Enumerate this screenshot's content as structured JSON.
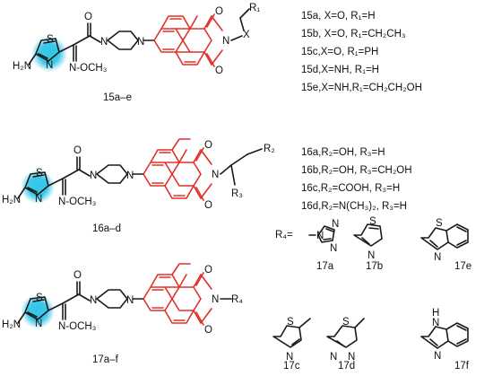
{
  "labels": {
    "atoms": {
      "H2N": "H₂N",
      "N": "N",
      "S": "S",
      "O": "O",
      "X": "X",
      "R1": "R₁",
      "R2": "R₂",
      "R3": "R₃",
      "R4": "R₄",
      "OCH3": "N-OCH₃",
      "NH": "H\nN"
    },
    "series15": {
      "compound": "15a–e",
      "items": [
        "15a, X=O, R₁=H",
        "15b, X=O, R₁=CH₂CH₃",
        "15c,X=O, R₁=PH",
        "15d,X=NH, R₁=H",
        "15e,X=NH,R₁=CH₂CH₂OH"
      ]
    },
    "series16": {
      "compound": "16a–d",
      "items": [
        "16a,R₂=OH, R₃=H",
        "16b,R₂=OH, R₃=CH₂OH",
        "16c,R₂=COOH, R₃=H",
        "16d,R₂=N(CH₃)₂, R₃=H"
      ]
    },
    "series17": {
      "compound": "17a–f",
      "r4_eq": "R₄=",
      "subs": [
        "17a",
        "17b",
        "17e",
        "17c",
        "17d",
        "17f"
      ]
    }
  },
  "colors": {
    "highlight": "#31c6e8",
    "naphthalimide": "#e0302a",
    "bond": "#1a1a1a"
  }
}
